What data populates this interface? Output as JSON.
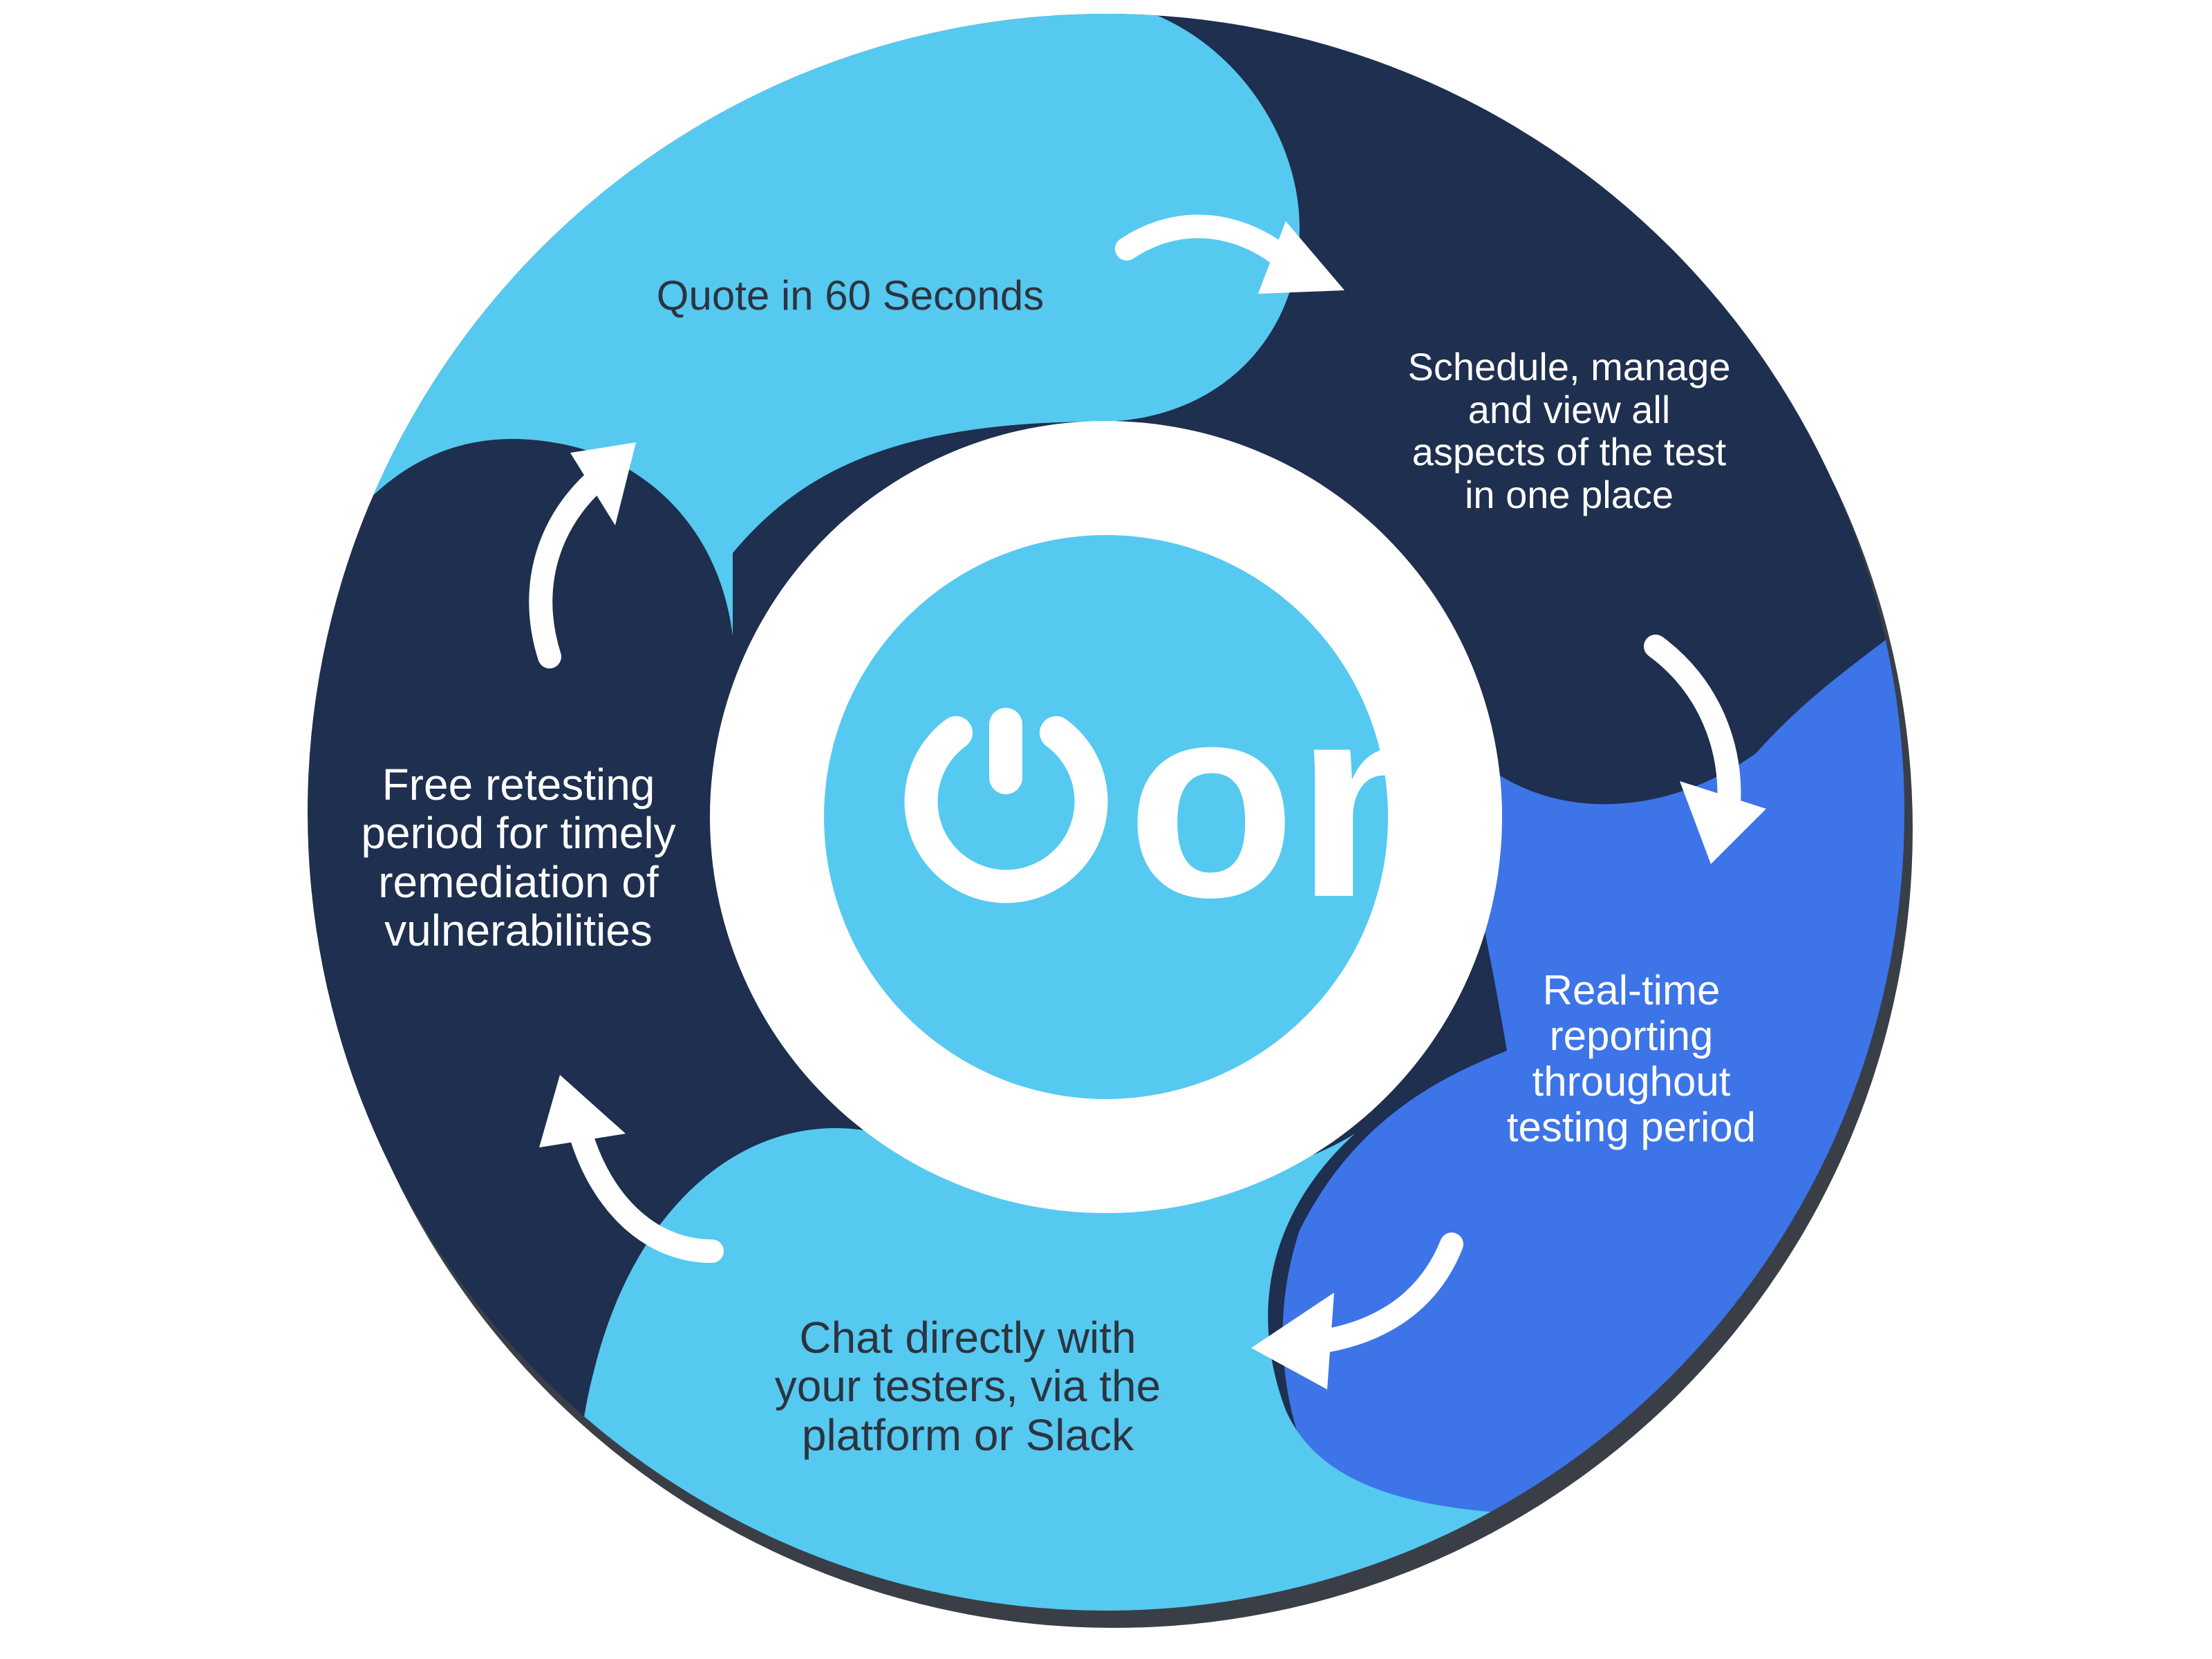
{
  "colors": {
    "background": "#ffffff",
    "ring_shadow": "#3a3f47",
    "navy": "#1e2f4f",
    "light_blue": "#56c9f0",
    "royal_blue": "#3d74e8",
    "white": "#ffffff",
    "dark_text": "#2c3440"
  },
  "logo": {
    "text": "on",
    "icon": "power-icon"
  },
  "steps": [
    {
      "id": "quote",
      "lines": [
        "Quote in 60 Seconds"
      ]
    },
    {
      "id": "schedule",
      "lines": [
        "Schedule, manage",
        "and view all",
        "aspects of the test",
        "in one place"
      ]
    },
    {
      "id": "reporting",
      "lines": [
        "Real-time",
        "reporting",
        "throughout",
        "testing period"
      ]
    },
    {
      "id": "chat",
      "lines": [
        "Chat directly with",
        "your testers, via the",
        "platform or Slack"
      ]
    },
    {
      "id": "retest",
      "lines": [
        "Free retesting",
        "period for timely",
        "remediation of",
        "vulnerabilities"
      ]
    }
  ],
  "arrows": [
    {
      "name": "arrow-quote-to-schedule-icon"
    },
    {
      "name": "arrow-schedule-to-reporting-icon"
    },
    {
      "name": "arrow-reporting-to-chat-icon"
    },
    {
      "name": "arrow-chat-to-retest-icon"
    },
    {
      "name": "arrow-retest-to-quote-icon"
    }
  ]
}
